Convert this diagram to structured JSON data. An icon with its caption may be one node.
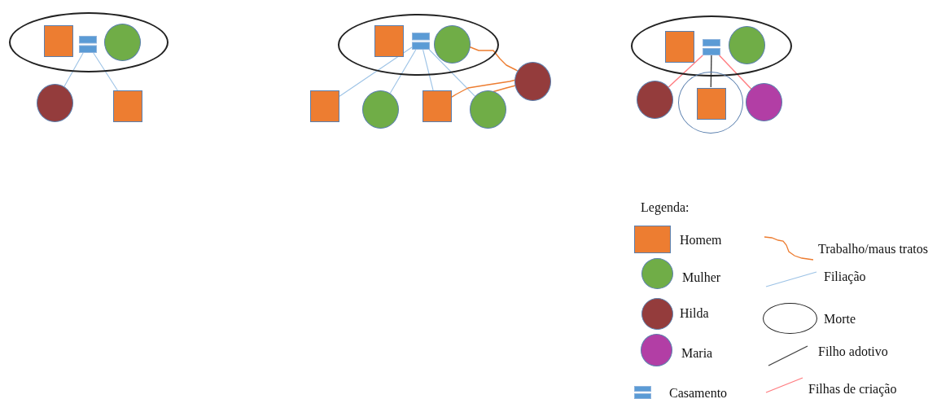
{
  "diagram": {
    "nodes": [
      {
        "text": [],
        "shape": "ellipse"
      },
      {
        "text": [],
        "shape": "box",
        "in": 0
      },
      {
        "text": [],
        "shape": "bar",
        "in": 0
      },
      {
        "text": [],
        "shape": "circle",
        "in": 0
      },
      {
        "text": [],
        "shape": "circle"
      },
      {
        "text": [],
        "shape": "box"
      },
      {
        "text": [],
        "shape": "ellipse"
      },
      {
        "text": [],
        "shape": "box",
        "in": 6
      },
      {
        "text": [],
        "shape": "bar",
        "in": 6
      },
      {
        "text": [],
        "shape": "circle",
        "in": 6
      },
      {
        "text": [],
        "shape": "box"
      },
      {
        "text": [],
        "shape": "circle"
      },
      {
        "text": [],
        "shape": "box"
      },
      {
        "text": [],
        "shape": "circle"
      },
      {
        "text": [],
        "shape": "circle"
      },
      {
        "text": [],
        "shape": "ellipse"
      },
      {
        "text": [],
        "shape": "box",
        "in": 15
      },
      {
        "text": [],
        "shape": "bar",
        "in": 15
      },
      {
        "text": [],
        "shape": "circle",
        "in": 15
      },
      {
        "text": [],
        "shape": "circle"
      },
      {
        "text": [],
        "shape": "circle"
      },
      {
        "text": [],
        "shape": "box",
        "in": 20
      },
      {
        "text": [],
        "shape": "circle"
      }
    ],
    "edges": [
      {
        "from": 2,
        "to": 4,
        "arrow": "none"
      },
      {
        "from": 2,
        "to": 5,
        "arrow": "none"
      },
      {
        "from": 8,
        "to": 10,
        "arrow": "none"
      },
      {
        "from": 8,
        "to": 11,
        "arrow": "none"
      },
      {
        "from": 8,
        "to": 12,
        "arrow": "none"
      },
      {
        "from": 8,
        "to": 13,
        "arrow": "none"
      },
      {
        "from": 9,
        "to": 14,
        "arrow": "none",
        "color": "#ed7d31"
      },
      {
        "from": 12,
        "to": 14,
        "arrow": "none",
        "color": "#ed7d31"
      },
      {
        "from": 13,
        "to": 14,
        "arrow": "none",
        "color": "#ed7d31"
      },
      {
        "from": 17,
        "to": 19,
        "arrow": "none",
        "color": "#ff7c80"
      },
      {
        "from": 17,
        "to": 21,
        "arrow": "none",
        "color": "#404040"
      },
      {
        "from": 17,
        "to": 22,
        "arrow": "none",
        "color": "#ff7c80"
      }
    ],
    "labels": [
      "Legenda:"
    ],
    "legend": [
      {
        "text": "Homem",
        "color": "#ed7d31"
      },
      {
        "text": "Mulher",
        "color": "#70ad47"
      },
      {
        "text": "Hilda",
        "color": "#943c3c"
      },
      {
        "text": "Maria",
        "color": "#b23ea5"
      },
      {
        "text": "Casamento",
        "color": "#5b9bd5"
      },
      {
        "text": "Trabalho/maus tratos"
      },
      {
        "text": "Filiação"
      },
      {
        "text": "Morte"
      },
      {
        "text": "Filho adotivo"
      },
      {
        "text": "Filhas de criação"
      }
    ]
  }
}
